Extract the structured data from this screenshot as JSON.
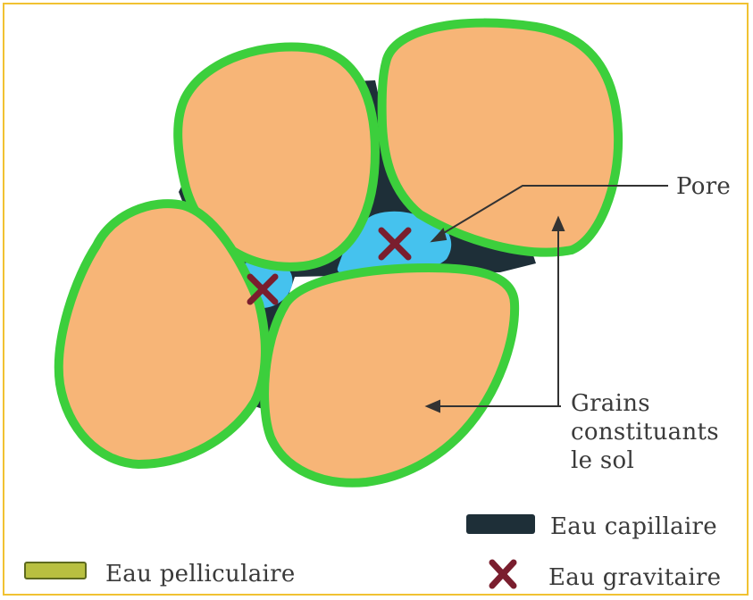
{
  "labels": {
    "pore": "Pore",
    "grains_line1": "Grains",
    "grains_line2": "constituants",
    "grains_line3": "le sol"
  },
  "legend": {
    "capillaire": "Eau capillaire",
    "gravitaire": "Eau gravitaire",
    "pelliculaire": "Eau pelliculaire"
  },
  "colors": {
    "frame": "#f1c232",
    "grain_fill": "#f7b577",
    "film_water": "#3ccf3c",
    "capillary_water": "#1e2f38",
    "pore_water": "#45c2ee",
    "gravity_cross": "#7a1e2e",
    "legend_film": "#b8c040"
  }
}
